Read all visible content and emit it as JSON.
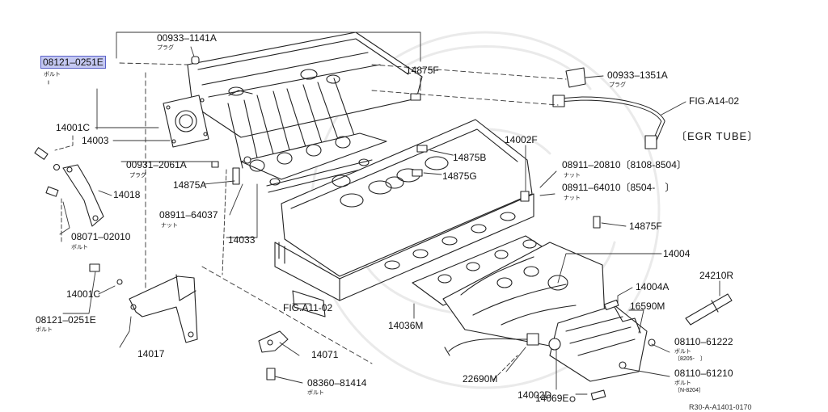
{
  "labels": {
    "p00933_1141A": "00933–1141A",
    "plug_a": "プラグ",
    "p08121_0251E_top": "08121–0251E",
    "bolt_top": "ボルト",
    "p14875F_top": "14875F",
    "p00933_1351A": "00933–1351A",
    "plug_b": "プラグ",
    "fig_a14": "FIG.A14-02",
    "egr_tube": "〔EGR TUBE〕",
    "p14001C_top": "14001C",
    "p14003": "14003",
    "p14002F": "14002F",
    "p14875B": "14875B",
    "p00931_2061A": "00931–2061A",
    "plug_c": "プラグ",
    "p14875G": "14875G",
    "p08911_20810": "08911–20810〔8108-8504〕",
    "nut_a": "ナット",
    "p08911_64010": "08911–64010〔8504-　〕",
    "nut_b": "ナット",
    "p14018": "14018",
    "p14875A": "14875A",
    "p08911_64037": "08911–64037",
    "nut_c": "ナット",
    "p14875F_right": "14875F",
    "p08071_02010": "08071–02010",
    "bolt_b": "ボルト",
    "p14033": "14033",
    "p14004": "14004",
    "p24210R": "24210R",
    "p14001C_bot": "14001C",
    "p14004A": "14004A",
    "p08121_0251E_bot": "08121–0251E",
    "bolt_c": "ボルト",
    "fig_a11": "FIG.A11-02",
    "p16590M": "16590M",
    "p14036M": "14036M",
    "p14017": "14017",
    "p14071": "14071",
    "p08110_61222": "08110–61222",
    "bolt_d": "ボルト",
    "range_8205": "〔8205-　〕",
    "p08110_61210": "08110–61210",
    "bolt_e": "ボルト",
    "range_n8204": "〔N-8204〕",
    "p22690M": "22690M",
    "p08360_81414": "08360–81414",
    "bolt_f": "ボルト",
    "p14002D": "14002D",
    "p14069E": "14069E",
    "diagram_ref": "R30-A-A1401-0170"
  }
}
